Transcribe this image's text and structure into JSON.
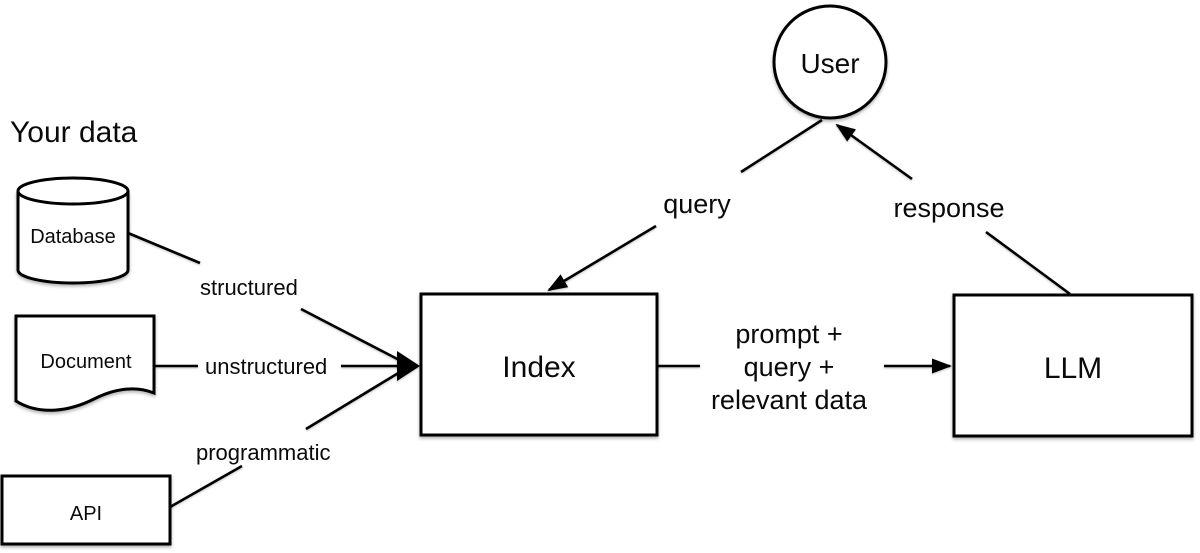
{
  "diagram": {
    "title": "Your data",
    "nodes": {
      "database": {
        "label": "Database"
      },
      "document": {
        "label": "Document"
      },
      "api": {
        "label": "API"
      },
      "index": {
        "label": "Index"
      },
      "llm": {
        "label": "LLM"
      },
      "user": {
        "label": "User"
      }
    },
    "edges": {
      "structured": {
        "label": "structured"
      },
      "unstructured": {
        "label": "unstructured"
      },
      "programmatic": {
        "label": "programmatic"
      },
      "query": {
        "label": "query"
      },
      "response": {
        "label": "response"
      },
      "prompt": {
        "lines": [
          "prompt +",
          "query +",
          "relevant data"
        ]
      }
    },
    "colors": {
      "stroke": "#000000",
      "shape_fill": "#ffffff",
      "background": "#ffffff",
      "text": "#0a0a0a"
    }
  }
}
